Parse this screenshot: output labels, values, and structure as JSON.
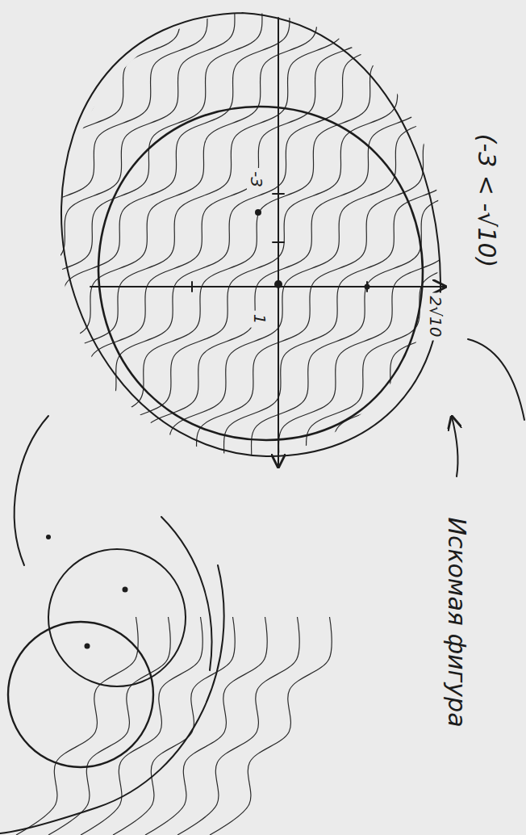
{
  "diagram": {
    "labels": [
      "(-3 < -√10)",
      "Искомая фигура",
      "2√10",
      "-3",
      "1"
    ]
  }
}
